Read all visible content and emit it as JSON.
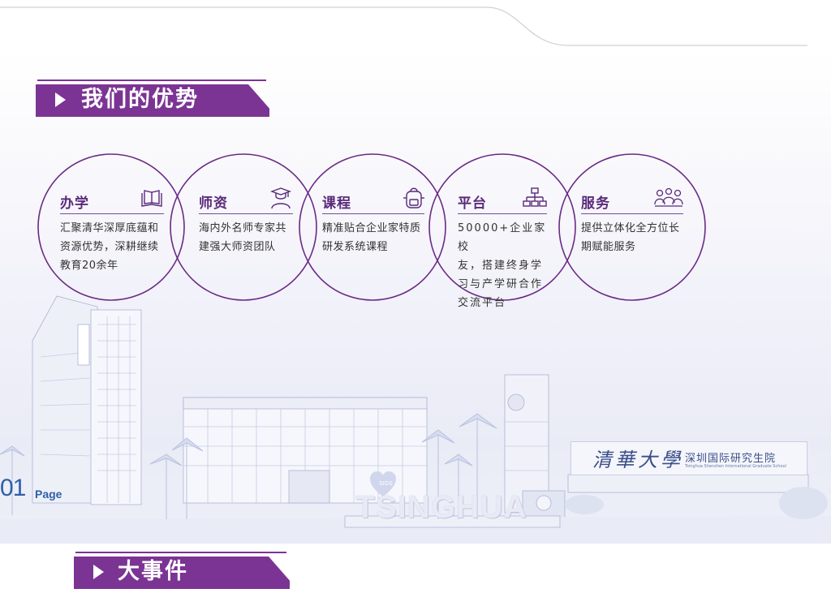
{
  "section1": {
    "title": "我们的优势"
  },
  "advantages": [
    {
      "title": "办学",
      "icon": "book-icon",
      "lines": [
        "汇聚清华深厚底蕴和",
        "资源优势，深耕继续",
        "教育20余年"
      ]
    },
    {
      "title": "师资",
      "icon": "graduate-icon",
      "lines": [
        "海内外名师专家共",
        "建强大师资团队"
      ]
    },
    {
      "title": "课程",
      "icon": "backpack-icon",
      "lines": [
        "精准贴合企业家特质",
        "研发系统课程"
      ]
    },
    {
      "title": "平台",
      "icon": "network-icon",
      "lines": [
        "50000+企业家校",
        "友，搭建终身学",
        "习与产学研合作",
        "交流平台"
      ]
    },
    {
      "title": "服务",
      "icon": "team-icon",
      "lines": [
        "提供立体化全方位长",
        "期赋能服务"
      ]
    }
  ],
  "page": {
    "number": "01",
    "label": "Page"
  },
  "campus": {
    "sign_calligraphy": "清華大學",
    "sign_name": "深圳国际研究生院",
    "sign_english": "Tsinghua Shenzhen International Graduate School",
    "monument": "TSINGHUA",
    "heart_label": "SIGS"
  },
  "section2": {
    "title": "大事件"
  },
  "colors": {
    "brand_purple": "#7b3494",
    "accent_purple": "#5a2a7a",
    "page_blue": "#2f5fa8"
  }
}
